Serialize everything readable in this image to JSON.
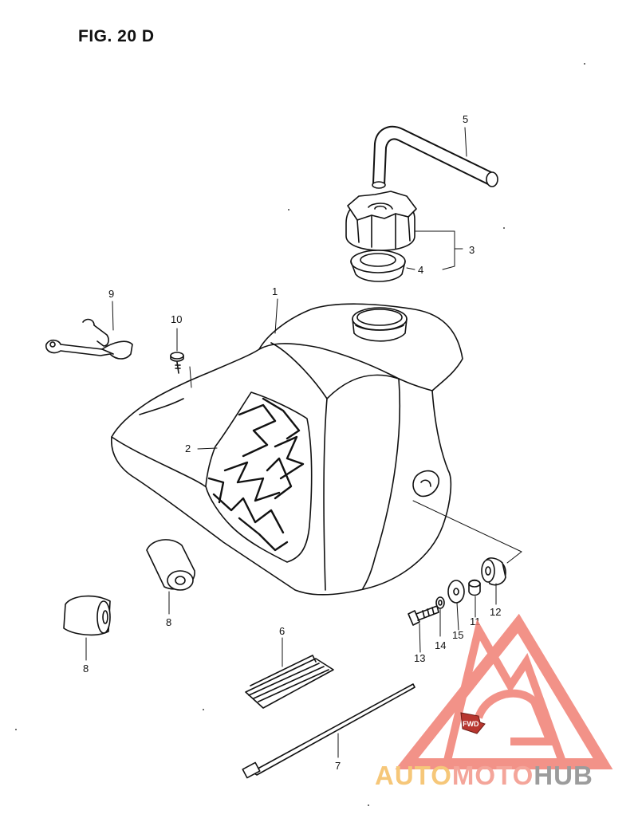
{
  "figure": {
    "title": "FIG. 20 D"
  },
  "callouts": [
    "1",
    "2",
    "3",
    "4",
    "5",
    "6",
    "7",
    "8",
    "8",
    "9",
    "10",
    "11",
    "12",
    "13",
    "14",
    "15"
  ],
  "watermark": {
    "part1": "AUTO",
    "part2": "MOTO",
    "part3": "HUB",
    "colors": {
      "auto": "#f6c779",
      "moto": "#f4a59a",
      "hub": "#9c9c9c",
      "triangle": "#f07f74"
    }
  },
  "fwd_badge": "FWD"
}
